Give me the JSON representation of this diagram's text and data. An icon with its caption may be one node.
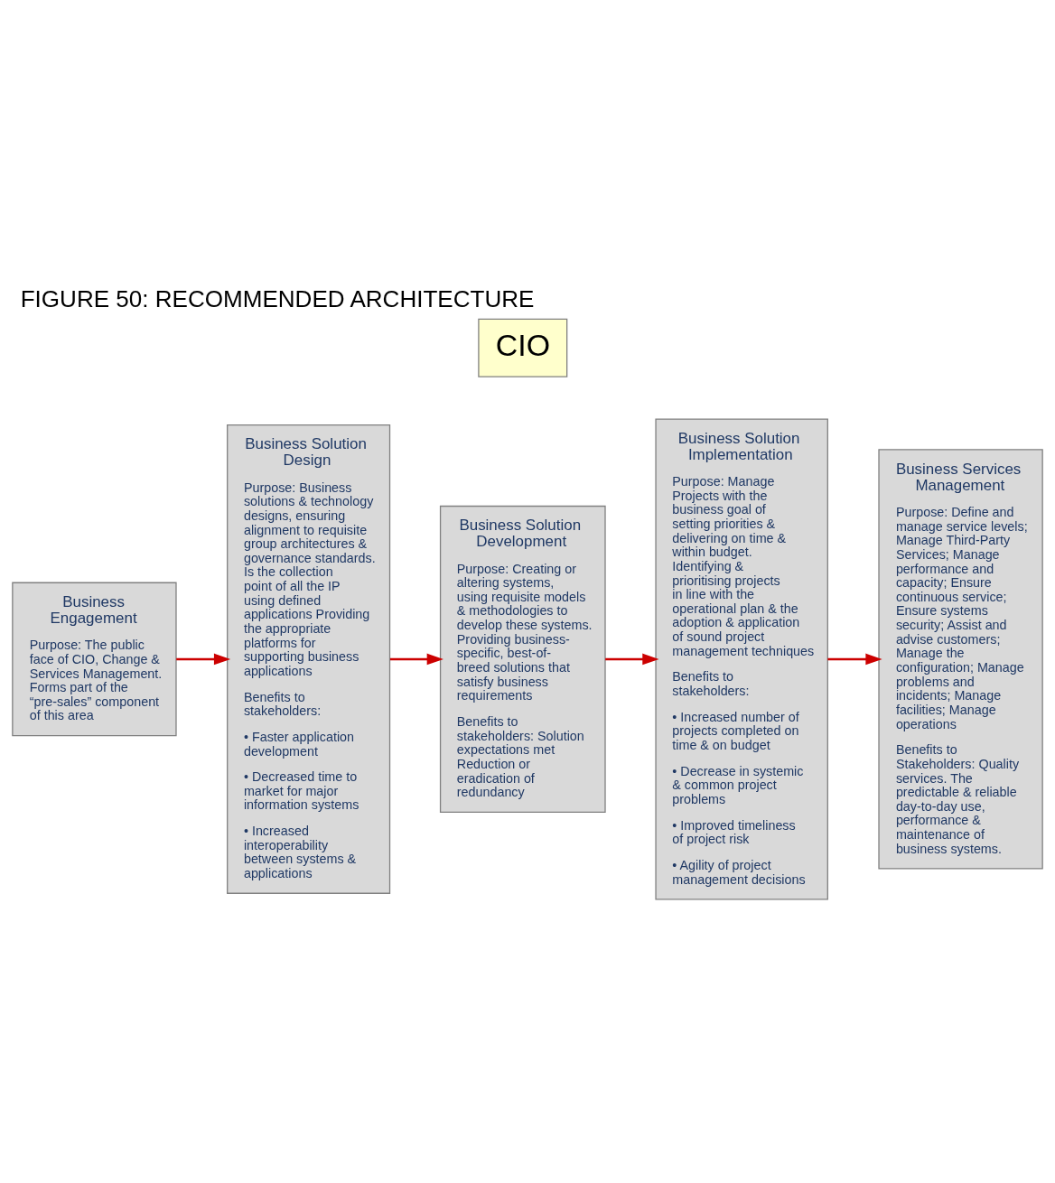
{
  "diagram": {
    "title": "FIGURE 50: RECOMMENDED ARCHITECTURE",
    "nodes": [
      {
        "text": [
          "CIO"
        ]
      },
      {
        "text": [
          "Business Engagement",
          "Purpose: The public face of CIO, Change & Services Management. Forms part of the “pre-sales” component of this area"
        ]
      },
      {
        "text": [
          "Business Solution Design",
          "Purpose: Business solutions & technology designs, ensuring alignment to requisite group architectures & governance standards. Is the collection point of all the IP using defined applications Providing the appropriate platforms for supporting business applications",
          "Benefits to stakeholders:",
          "• Faster application development",
          "• Decreased time to market for major information systems",
          "• Increased interoperability between systems & applications"
        ]
      },
      {
        "text": [
          "Business Solution Development",
          "Purpose: Creating or altering systems, using requisite models & methodologies to develop these systems. Providing business-specific, best-of-breed solutions that satisfy business requirements",
          "Benefits to stakeholders: Solution expectations met Reduction or eradication of redundancy"
        ]
      },
      {
        "text": [
          "Business Solution Implementation",
          "Purpose: Manage Projects with the business goal of setting priorities & delivering on time & within budget. Identifying & prioritising projects in line with the operational plan & the adoption & application of sound project management techniques",
          "Benefits to stakeholders:",
          "• Increased number of projects completed on time & on budget",
          "• Decrease in systemic & common project problems",
          "• Improved timeliness of project risk",
          "• Agility of project management decisions"
        ]
      },
      {
        "text": [
          "Business Services Management",
          "Purpose: Define and manage service levels; Manage Third-Party Services; Manage performance and capacity; Ensure continuous service; Ensure systems security; Assist and advise customers; Manage the configuration; Manage problems and incidents; Manage facilities; Manage operations",
          "Benefits to Stakeholders: Quality services. The predictable & reliable day-to-day use, performance & maintenance of business systems."
        ]
      }
    ],
    "edges": [
      {
        "from": 1,
        "to": 2,
        "arrow": "to",
        "color": "#cc0000"
      },
      {
        "from": 2,
        "to": 3,
        "arrow": "to",
        "color": "#cc0000"
      },
      {
        "from": 3,
        "to": 4,
        "arrow": "to",
        "color": "#cc0000"
      },
      {
        "from": 4,
        "to": 5,
        "arrow": "to",
        "color": "#cc0000"
      }
    ]
  }
}
